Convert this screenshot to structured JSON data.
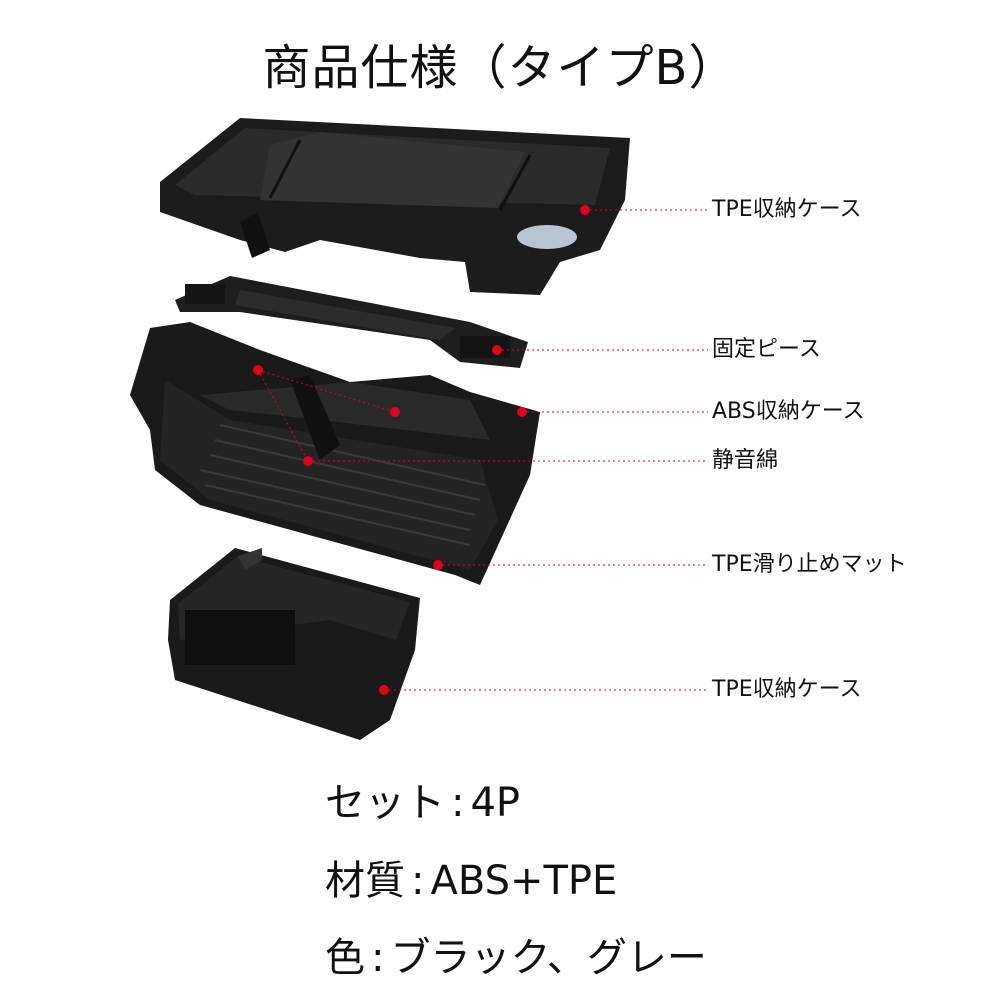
{
  "title": "商品仕様（タイプB）",
  "callouts": [
    {
      "label": "TPE収納ケース"
    },
    {
      "label": "固定ピース"
    },
    {
      "label": "ABS収納ケース"
    },
    {
      "label": "静音綿"
    },
    {
      "label": "TPE滑り止めマット"
    },
    {
      "label": "TPE収納ケース"
    }
  ],
  "specs": [
    {
      "label": "セット",
      "value": "4P"
    },
    {
      "label": "材質",
      "value": "ABS+TPE"
    },
    {
      "label": "色",
      "value": "ブラック、グレー"
    }
  ],
  "colors": {
    "product": "#1a1a1a",
    "marker": "#e0001a",
    "text": "#111111"
  }
}
